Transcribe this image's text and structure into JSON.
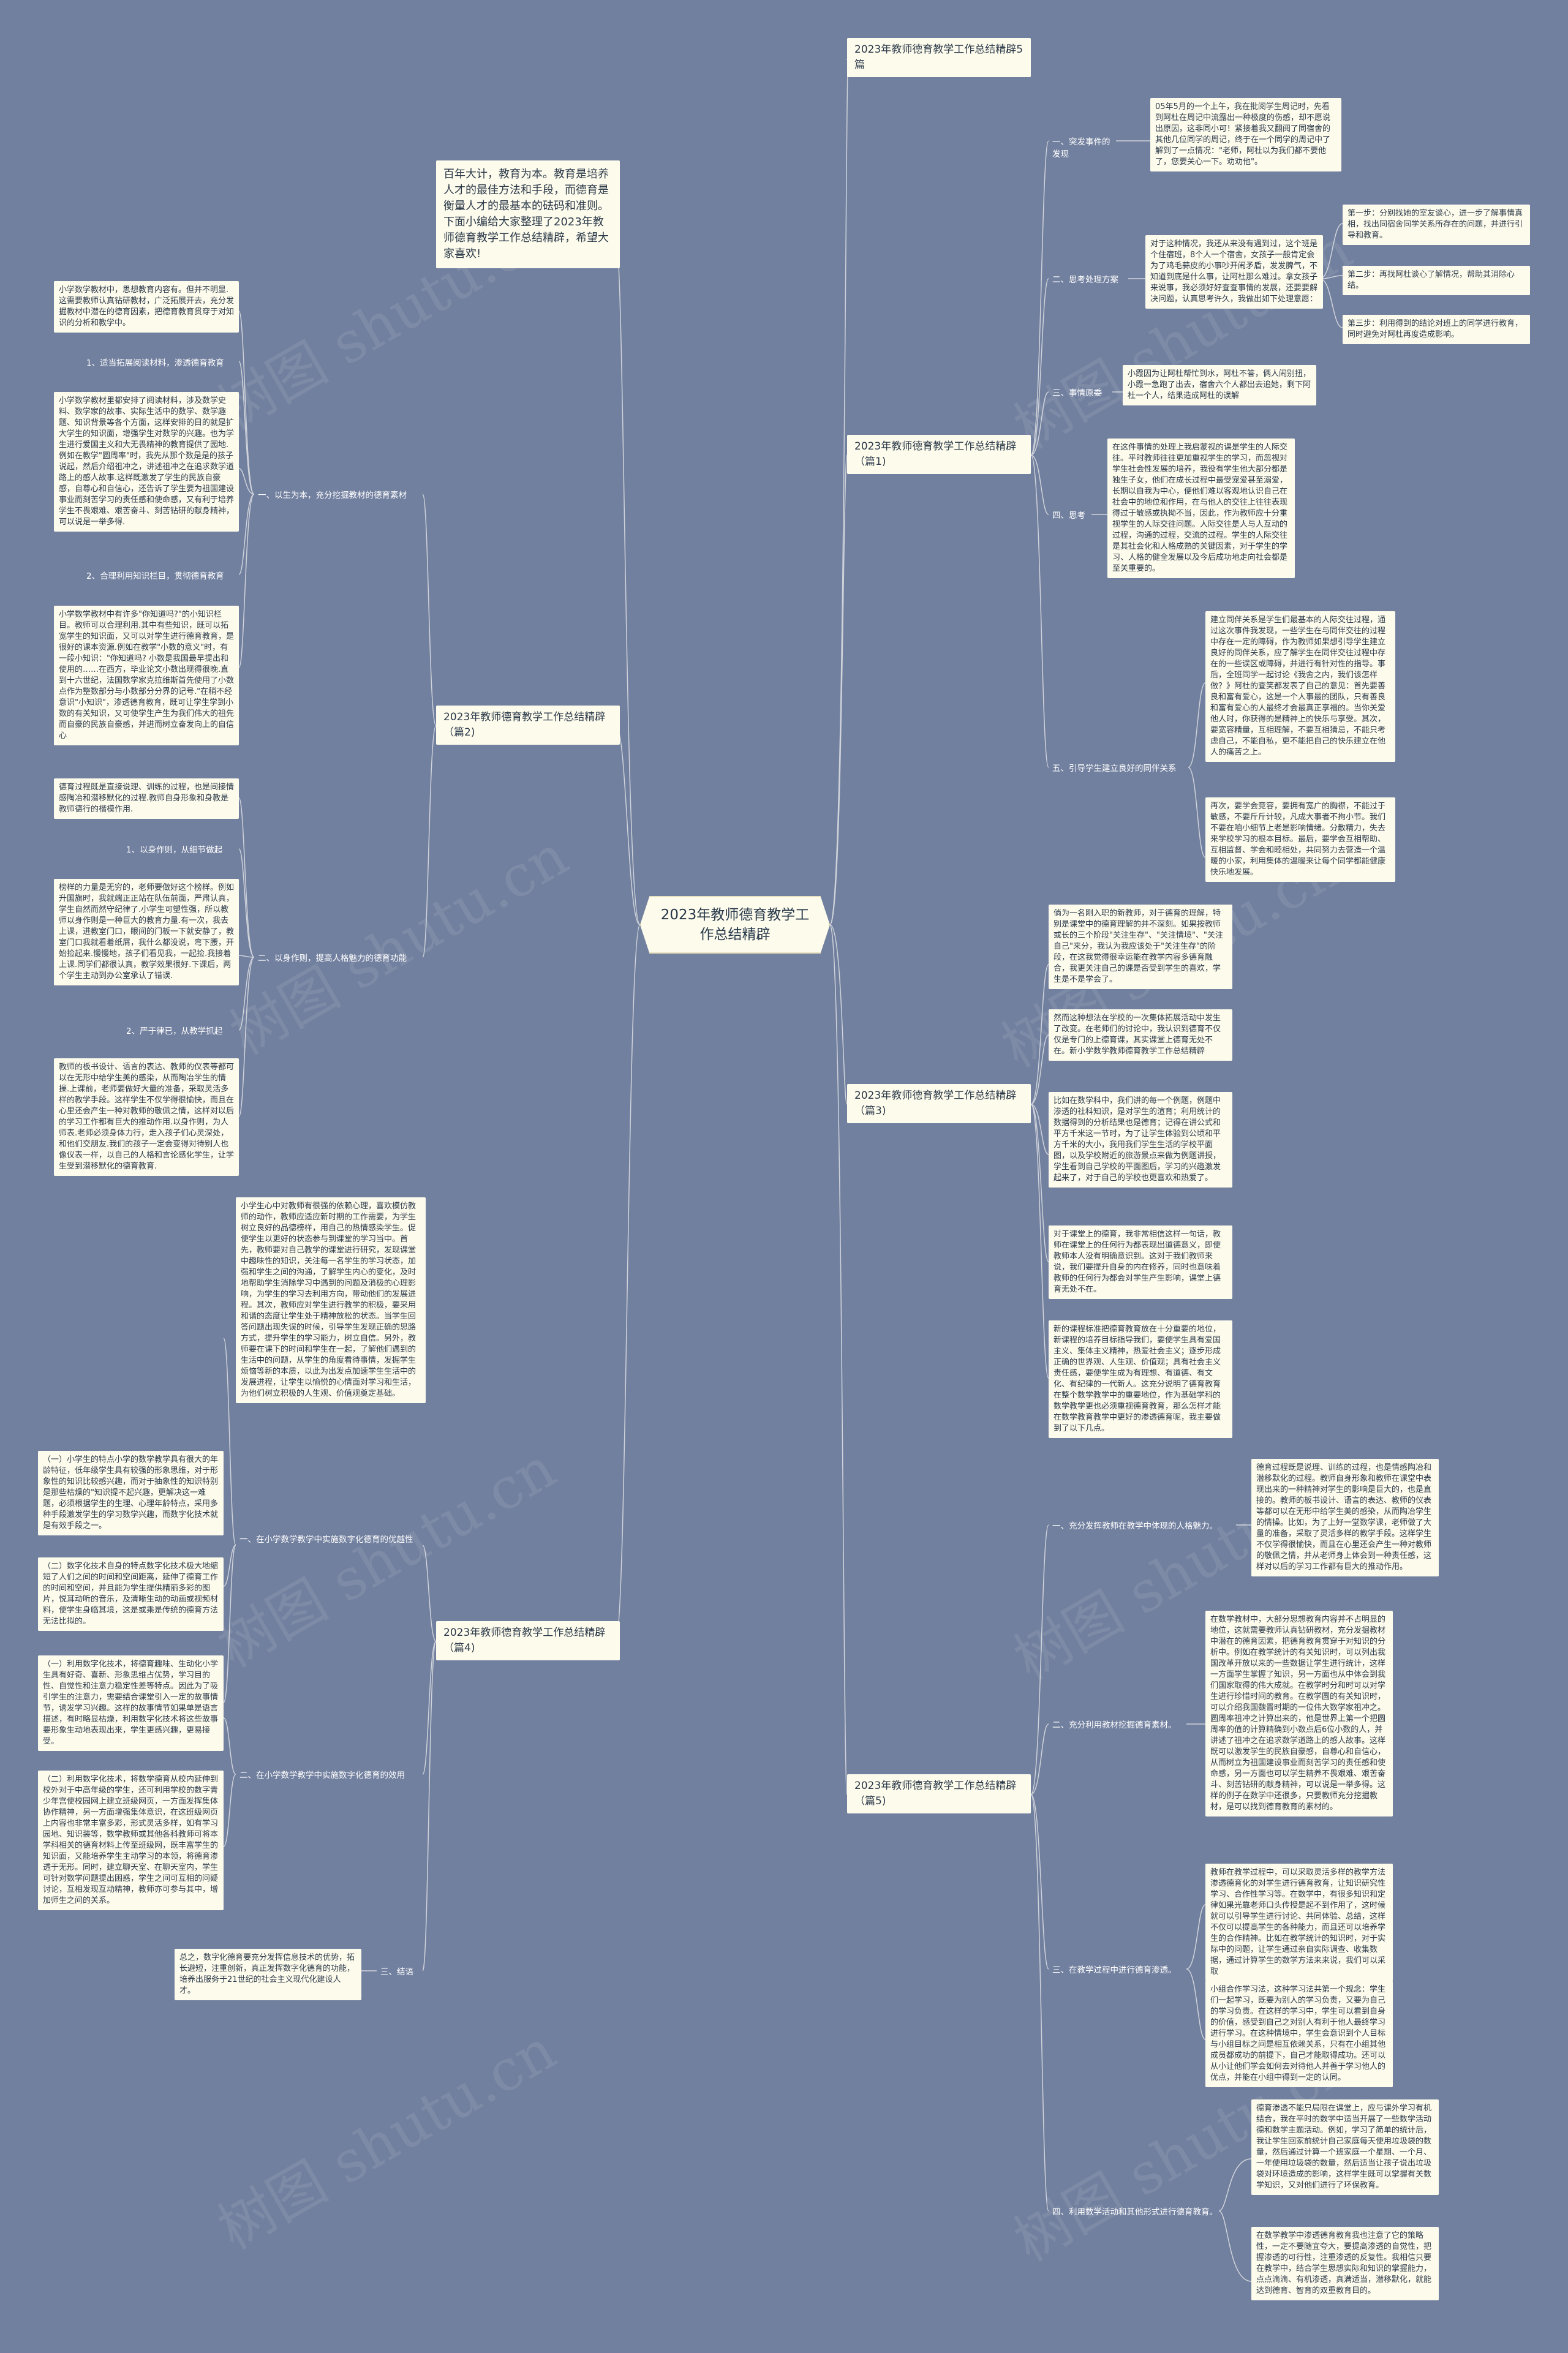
{
  "root": "2023年教师德育教学工作总结精辟",
  "intro": "百年大计，教育为本。教育是培养人才的最佳方法和手段，而德育是衡量人才的最基本的砝码和准则。下面小编给大家整理了2023年教师德育教学工作总结精辟，希望大家喜欢!",
  "watermark": "树图 shutu.cn",
  "sections": {
    "s0": "2023年教师德育教学工作总结精辟5篇",
    "s1": "2023年教师德育教学工作总结精辟（篇1)",
    "s2": "2023年教师德育教学工作总结精辟（篇2)",
    "s3": "2023年教师德育教学工作总结精辟（篇3)",
    "s4": "2023年教师德育教学工作总结精辟（篇4)",
    "s5": "2023年教师德育教学工作总结精辟（篇5)"
  },
  "p1": {
    "l1": "一、突发事件的发现",
    "t1": "05年5月的一个上午，我在批阅学生周记时，先看到阿杜在周记中流露出一种极度的伤感，却不愿说出原因，这非同小可！紧接着我又翻阅了同宿舍的其他几位同学的周记，终于在一个同学的周记中了解到了一点情况：\"老师，阿杜以为我们都不要他了，您要关心一下。劝劝他\"。",
    "l2": "二、思考处理方案",
    "t2": "对于这种情况，我还从来没有遇到过，这个班是个住宿班，8个人一个宿舍，女孩子一般肯定会为了鸡毛蒜皮的小事吵开闹矛盾，发发脾气，不知道到底是什么事，让阿杜那么难过。拿女孩子来说事，我必须好好查查事情的发展，还要要解决问题，认真思考许久，我做出如下处理意愿：",
    "s1": "第一步：分别找她的室友谈心，进一步了解事情真相，找出同宿舍同学关系所存在的问题，并进行引导和教育。",
    "s2": "第二步：再找阿杜谈心了解情况，帮助其消除心结。",
    "s3": "第三步：利用得到的结论对班上的同学进行教育，同时避免对阿杜再度造成影响。",
    "l3": "三、事情原委",
    "t3": "小霞因为让阿杜帮忙到水，阿杜不答，俩人闹别扭，小霞一急跑了出去，宿舍六个人都出去追她，剩下阿杜一个人，结果造成阿杜的误解",
    "l4": "四、思考",
    "t4": "在这件事情的处理上我启蒙视的课是学生的人际交往。平时教师往往更加重视学生的学习，而忽视对学生社会性发展的培养，我役有学生他大部分都是独生子女，他们在成长过程中最受宠爱甚至溺爱，长期以自我为中心，便他们难以客观地认识自己在社会中的地位和作用，在与他人的交往上往往表现得过于敏感或执拗不当，因此，作为教师应十分重视学生的人际交往问题。人际交往是人与人互动的过程，沟通的过程，交流的过程。学生的人际交往是其社会化和人格成熟的关键因素，对于学生的学习、人格的健全发展以及今后成功地走向社会都是至关重要的。",
    "l5": "五、引导学生建立良好的同伴关系",
    "t5a": "建立同伴关系是学生们最基本的人际交往过程，通过这次事件我发现，一些学生在与同伴交往的过程中存在一定的障碍，作为教师如果想引导学生建立良好的同伴关系，应了解学生在同伴交往过程中存在的一些误区或障碍，并进行有针对性的指导。事后，全班同学一起讨论《我舍之内，我们该怎样做？》阿杜的查笑都发表了自己的意见：首先要善良和富有爱心，这是一个人事最的团队，只有善良和富有爱心的人最终才会最真正享福的。当你关爱他人时，你获得的是精神上的快乐与享受。其次，要宽容精量，互相理解，不要互相猜忌，不能只考虑自己，不能自私，更不能把自己的快乐建立在他人的痛苦之上。",
    "t5b": "再次，要学会竞容，要拥有宽广的胸襟，不能过于敏感，不要斤斤计较，凡成大事者不拘小节。我们不要在咱小细节上老是影响情绪。分散精力，失去来学校学习的根本目标。最后，要学会互相帮助、互相监督、学会和睦相处，共同努力去营造一个温暖的小家，利用集体的温暖来让每个同学都能健康快乐地发展。"
  },
  "p2": {
    "l1": "一、以生为本，充分挖掘教材的德育素材",
    "t1": "小学数学教材中，思想教育内容有。但并不明显.这需要教师认真钻研教材，广泛拓展开去，充分发掘教材中潜在的德育因素，把德育教育贯穿于对知识的分析和教学中。",
    "l2": "1、适当拓展阅读材料，渗透德育教育",
    "t2": "小学数学教材里都安排了阅读材料，涉及数学史料、数学家的故事、实际生活中的数学、数学趣题、知识背景等各个方面，这样安排的目的就是扩大学生的知识面，增强学生对数学的兴趣。也为学生进行爱国主义和大无畏精神的教育提供了园地.例如在教学\"圆周率\"时，我先从那个数是是的孩子说起，然后介绍祖冲之，讲述祖冲之在追求数学道路上的感人故事.这样既激发了学生的民族自豪感，自尊心和自信心，还告诉了学生要为祖国建设事业而刻苦学习的责任感和使命感，又有利于培养学生不畏艰难、艰苦奋斗、刻苦钻研的献身精神，可以说是一举多得.",
    "l3": "2、合理利用知识栏目，贯彻德育教育",
    "t3": "小学数学教材中有许多\"你知道吗?\"的小知识栏目。教师可以合理利用.其中有些知识，既可以拓宽学生的知识面，又可以对学生进行德育教育，是很好的课本资源.例如在教学\"小数的意义\"时，有一段小知识：\"你知道吗? 小数是我国最早提出和使用的……在西方，毕业论文小数出现得很晚.直到十六世纪，法国数学家克拉维斯首先使用了小数点作为整数部分与小数部分分界的记号.\"在稍不经意识\"小知识\"，渗透德育教育，既可让学生学到小数的有关知识，又可使学生产生为我们伟大的祖先而自豪的民族自豪感，并进而树立奋发向上的自信心",
    "t4": "德育过程既是直接说理、训练的过程，也是间接情感陶冶和潜移默化的过程.教师自身形象和身教是教师德行的楷模作用.",
    "l4": "二、以身作则，提高人格魅力的德育功能",
    "l5": "1、以身作则，从细节做起",
    "t5": "榜样的力量是无穷的，老师要做好这个榜样。例如升国旗时，我就端正正站在队伍前面，严肃认真，学生自然而然守纪律了.小学生可塑性强，所以教师以身作则是一种巨大的教育力量.有一次，我去上课，进教室门口，眼间的门板一下就安静了，教室门口我就看着纸屑，我什么都没说，弯下腰，开始捡起来.慢慢地，孩子们看见我，一起捡.我接着上课.同学们都很认真，教学效果很好.下课后，两个学生主动到办公室承认了错误.",
    "l6": "2、严于律已，从教学抓起",
    "t6": "教师的板书设计、语言的表达、教师的仪表等都可以在无形中给学生美的感染，从而陶冶学生的情操.上课前，老师要做好大量的准备，采取灵活多样的教学手段。这样学生不仅学得很愉快，而且在心里还会产生一种对教师的敬佩之情，这样对以后的学习工作都有巨大的推动作用.以身作则，为人师表.老师必须身体力行，走入孩子们心灵深处，和他们交朋友.我们的孩子一定会变得对待别人也像仪表一样，以自己的人格和言论感化学生，让学生受到潜移默化的德育教育."
  },
  "p3": {
    "t1": "倘为一名刚入职的新教师，对于德育的理解，特别是课堂中的德育理解的并不深刻。如果按教师或长的三个阶段\"关注生存\"、\"关注情境\"、\"关注自己\"来分，我认为我应该处于\"关注生存\"的阶段，在这我觉得很幸运能在教学内容多德育融合，我更关注自己的课是否受到学生的喜欢，学生是不是学会了。",
    "t2": "然而这种想法在学校的一次集体拓展活动中发生了改变。在老师们的讨论中，我认识到德育不仅仅是专门的上德育课，其实课堂上德育无处不在。新小学数学教师德育教学工作总结精辟",
    "t3": "比如在数学科中，我们讲的每一个例题，例题中渗透的社科知识，是对学生的渲育；利用统计的数据得到的分析结果也是德育；记得在讲公式和平方千米这一节时，为了让学生体验到公顷和平方千米的大小，我用我们学生生活的学校平面图，以及学校附近的旅游景点来做为例题讲授，学生看到自己学校的平面图后，学习的兴趣激发起来了，对于自己的学校也更喜欢和热爱了。",
    "t4": "对于课堂上的德育，我非常相信这样一句话，教师在课堂上的任何行为都表现出道德意义，即使教师本人没有明确意识到。这对于我们教师来说，我们要提升自身的内在修养，同时也意味着教师的任何行为都会对学生产生影响，课堂上德育无处不在。",
    "t5": "新的课程标准把德育教育放在十分重要的地位，新课程的培养目标指导我们，要使学生具有爱国主义、集体主义精神，热爱社会主义；逐步形成正确的世界观、人生观、价值观；具有社会主义责任感，要使学生成为有理想、有道德、有文化、有纪律的一代新人。这充分说明了德育教育在整个数学教学中的重要地位，作为基础学科的数学教学更也必须重视德育教育，那么怎样才能在数学教育教学中更好的渗透德育呢，我主要做到了以下几点。"
  },
  "p4": {
    "l1": "一、在小学数学教学中实施数字化德育的优越性",
    "t1": "小学生心中对教师有很强的依赖心理，喜欢模仿教师的动作，教师应适应新时期的工作需要，为学生树立良好的品德榜样，用自己的热情感染学生。促使学生以更好的状态参与到课堂的学习当中。首先，教师要对自己教学的课堂进行研究，发现课堂中趣味性的知识，关注每一名学生的学习状态，加强和学生之间的沟通，了解学生内心的变化，及时地帮助学生消除学习中遇到的问题及消极的心理影响，为学生的学习去利用方向，带动他们的发展进程。其次，教师应对学生进行教学的积极，要采用和谐的态度让学生处于精神放松的状态。当学生回答问题出现失误的时候，引导学生发现正确的思路方式，提升学生的学习能力，树立自信。另外，教师要在课下的时间和学生在一起，了解他们遇到的生活中的问题，从学生的角度看待事情，发掘学生烦恼等新的本质，以此为出发点加速学生生活中的发展进程，让学生以愉悦的心情面对学习和生活，为他们树立积极的人生观、价值观奠定基础。",
    "t2": "（一）小学生的特点小学的数学教学具有很大的年龄特征，低年级学生具有较强的形象思维，对于形象性的知识比较感兴趣，而对于抽象性的知识特别是那些枯燥的\"知识提不起兴趣，更解决这一难题，必须根据学生的生理、心理年龄特点，采用多种手段激发学生的学习数学兴趣，而数字化技术就是有效手段之一。",
    "t3": "（二）数字化技术自身的特点数字化技术极大地缩短了人们之间的时间和空间距离，延伸了德育工作的时间和空间，并且能为学生提供精丽多彩的图片，悦耳动听的音乐，及清晰生动的动画或视频材料，使学生身临其境，这是或乘是传统的德育方法无法比拟的。",
    "l2": "二、在小学数学教学中实施数字化德育的效用",
    "t4": "（一）利用数字化技术，将德育趣味、生动化小学生具有好奇、喜新、形象思维占优势，学习目的性、自觉性和注意力稳定性差等特点。因此为了吸引学生的注意力，需要结合课堂引入一定的故事情节，诱发学习兴趣。这样的故事情节如果单是语言描述，有时略显枯燥，利用数字化技术将这些故事要形象生动地表现出来，学生更感兴趣，更易接受。",
    "t5": "（二）利用数字化技术，将数学德育从校内延伸到校外对于中高年级的学生，还可利用学校的数字青少年宫使校园网上建立班级网页，一方面发挥集体协作精神，另一方面增强集体意识，在这班级网页上内容也非常丰富多彩，形式灵活多样，如有学习园地、知识装等，数学教师或其他各科教师可将本学科相关的德育材料上传至班级网，既丰富学生的知识面，又能培养学生主动学习的本领，将德育渗透于无形。同时，建立聊天室、在聊天室内，学生可针对数学问题提出困惑，学生之间可互相的问疑讨论，互相发现互动精神，教师亦可参与其中，增加师生之间的关系。",
    "l3": "三、结语",
    "t6": "总之，数字化德育要充分发挥信息技术的优势，拓长避短，注重创新，真正发挥数字化德育的功能，培养出服务于21世纪的社会主义现代化建设人才。"
  },
  "p5": {
    "l1": "一、充分发挥教师在教学中体现的人格魅力。",
    "t1": "德育过程既是说理、训练的过程，也是情感陶冶和潜移默化的过程。教师自身形象和教师在课堂中表现出来的一种精神对学生的影响是巨大的，也是直接的。教师的板书设计、语言的表达、教师的仪表等都可以在无形中给学生美的感染，从而陶冶学生的情操。比如，为了上好一堂数学课，老师做了大量的准备，采取了灵活多样的教学手段。这样学生不仅学得很愉快，而且在心里还会产生一种对教师的敬佩之情，并从老师身上体会到一种责任感，这样对以后的学习工作都有巨大的推动作用。",
    "l2": "二、充分利用教材挖掘德育素材。",
    "t2": "在数学教材中，大部分思想教育内容并不占明显的地位，这就需要教师认真钻研教材，充分发掘教材中潜在的德育因素，把德育教育贯穿于对知识的分析中。例如在教学统计的有关知识时，可以列出我国改革开放以来的一些数据让学生进行统计，这样一方面学生掌握了知识，另一方面也从中体会到我们国家取得的伟大成就。在教学时分和时可以对学生进行珍惜时间的教育。在教学圆的有关知识时，可以介绍我国魏晋时期的一位伟大数学家祖冲之。圆周率祖冲之计算出来的，他是世界上第一个把圆周率的值的计算精确到小数点后6位小数的人，并讲述了祖冲之在追求数学道路上的感人故事。这样既可以激发学生的民族自豪感，自尊心和自信心，从而树立为祖国建设事业而刻苦学习的责任感和使命感，另一方面也可以学生精养不畏艰难、艰苦奋斗、刻苦钻研的献身精神，可以说是一举多得。这样的例子在数学中还很多，只要教师充分挖掘教材，是可以找到德育教育的素材的。",
    "l3": "三、在教学过程中进行德育渗透。",
    "t3": "教师在教学过程中，可以采取灵活多样的教学方法渗透德育化的对学生进行德育教育，让知识研究性学习、合作性学习等。在数学中，有很多知识和定律如果光靠老师口头传授是起不到作用了，这时候就可以引导学生进行讨论、共同体验、总结，这样不仅可以提高学生的各种能力，而且还可以培养学生的合作精神。比如在教学统计的知识时，对于实际中的问题，让学生通过亲自实际调查、收集数据，通过计算学生的数学方法来来说，我们可以采取",
    "t4": "小组合作学习法，这种学习法共第一个规念：学生们一起学习，既要为别人的学习负责，又要为自己的学习负责。在这样的学习中，学生可以看到自身的价值，感受到自己之对别人有利于他人最终学习进行学习。在这种情境中，学生会意识到个人目标与小组目标之间是相互依赖关系，只有在小组其他成员都成功的前提下，自己才能取得成功。还可以从小让他们学会如何去对待他人并善于学习他人的优点，并能在小组中得到一定的认同。",
    "l4": "四、利用数学活动和其他形式进行德育教育。",
    "t5": "德育渗透不能只局限在课堂上，应与课外学习有机结合，我在平时的数学中适当开展了一些数学活动德和数学主题活动。例如，学习了简单的统计后，我让学生回家前统计自己家庭每天使用垃圾袋的数量，然后通过计算一个班家庭一个星期、一个月、一年使用垃圾袋的数量，然后适当让孩子说出垃圾袋对环境造成的影响，这样学生既可以掌握有关数学知识，又对他们进行了环保教育。",
    "t6": "在数学教学中渗透德育教育我也注意了它的策略性，一定不要随宜夸大，要提高渗透的自觉性，把握渗透的可行性，注重渗透的反复性。我相信只要在教学中，结合学生思想实际和知识的掌握能力，点点滴滴、有机渗透，真满适当，潜移默化，就能达到德育、智育的双重教育目的。"
  }
}
